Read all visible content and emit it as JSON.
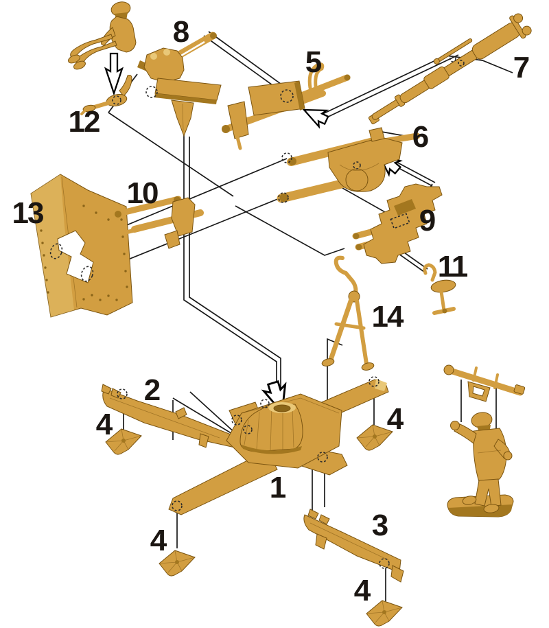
{
  "document": {
    "kind": "plastic model kit assembly instruction diagram",
    "subject": "anti-aircraft gun carriage with crew figures",
    "background": "#FFFFFF"
  },
  "colors": {
    "plastic": "#D29E41",
    "plastic_dark": "#A3771F",
    "plastic_light": "#E9C878",
    "plastic_shadow": "#8A6519",
    "outline": "#7A5410",
    "leader": "#1A1A1A",
    "label_text": "#1B1612",
    "arrow_fill": "#FFFFFF"
  },
  "parts": [
    {
      "label": "1",
      "name": "cruciform base platform with pedestal"
    },
    {
      "label": "2",
      "name": "outrigger leg (upper left)"
    },
    {
      "label": "3",
      "name": "outrigger leg (lower right)"
    },
    {
      "label": "4",
      "name": "leveling foot pad (used 4 times)"
    },
    {
      "label": "5",
      "name": "upper cradle rail assembly"
    },
    {
      "label": "6",
      "name": "recoil cradle assembly"
    },
    {
      "label": "7",
      "name": "gun barrel"
    },
    {
      "label": "8",
      "name": "top carriage with mounting spade"
    },
    {
      "label": "9",
      "name": "elevating mount bracket"
    },
    {
      "label": "10",
      "name": "equilibrator cylinders"
    },
    {
      "label": "11",
      "name": "crew seat with stem"
    },
    {
      "label": "12",
      "name": "gunner seat with leg"
    },
    {
      "label": "13",
      "name": "gun shield"
    },
    {
      "label": "14",
      "name": "sight frame"
    }
  ],
  "figures": [
    {
      "name": "seated gunner figure"
    },
    {
      "name": "standing soldier holding rangefinder"
    }
  ]
}
